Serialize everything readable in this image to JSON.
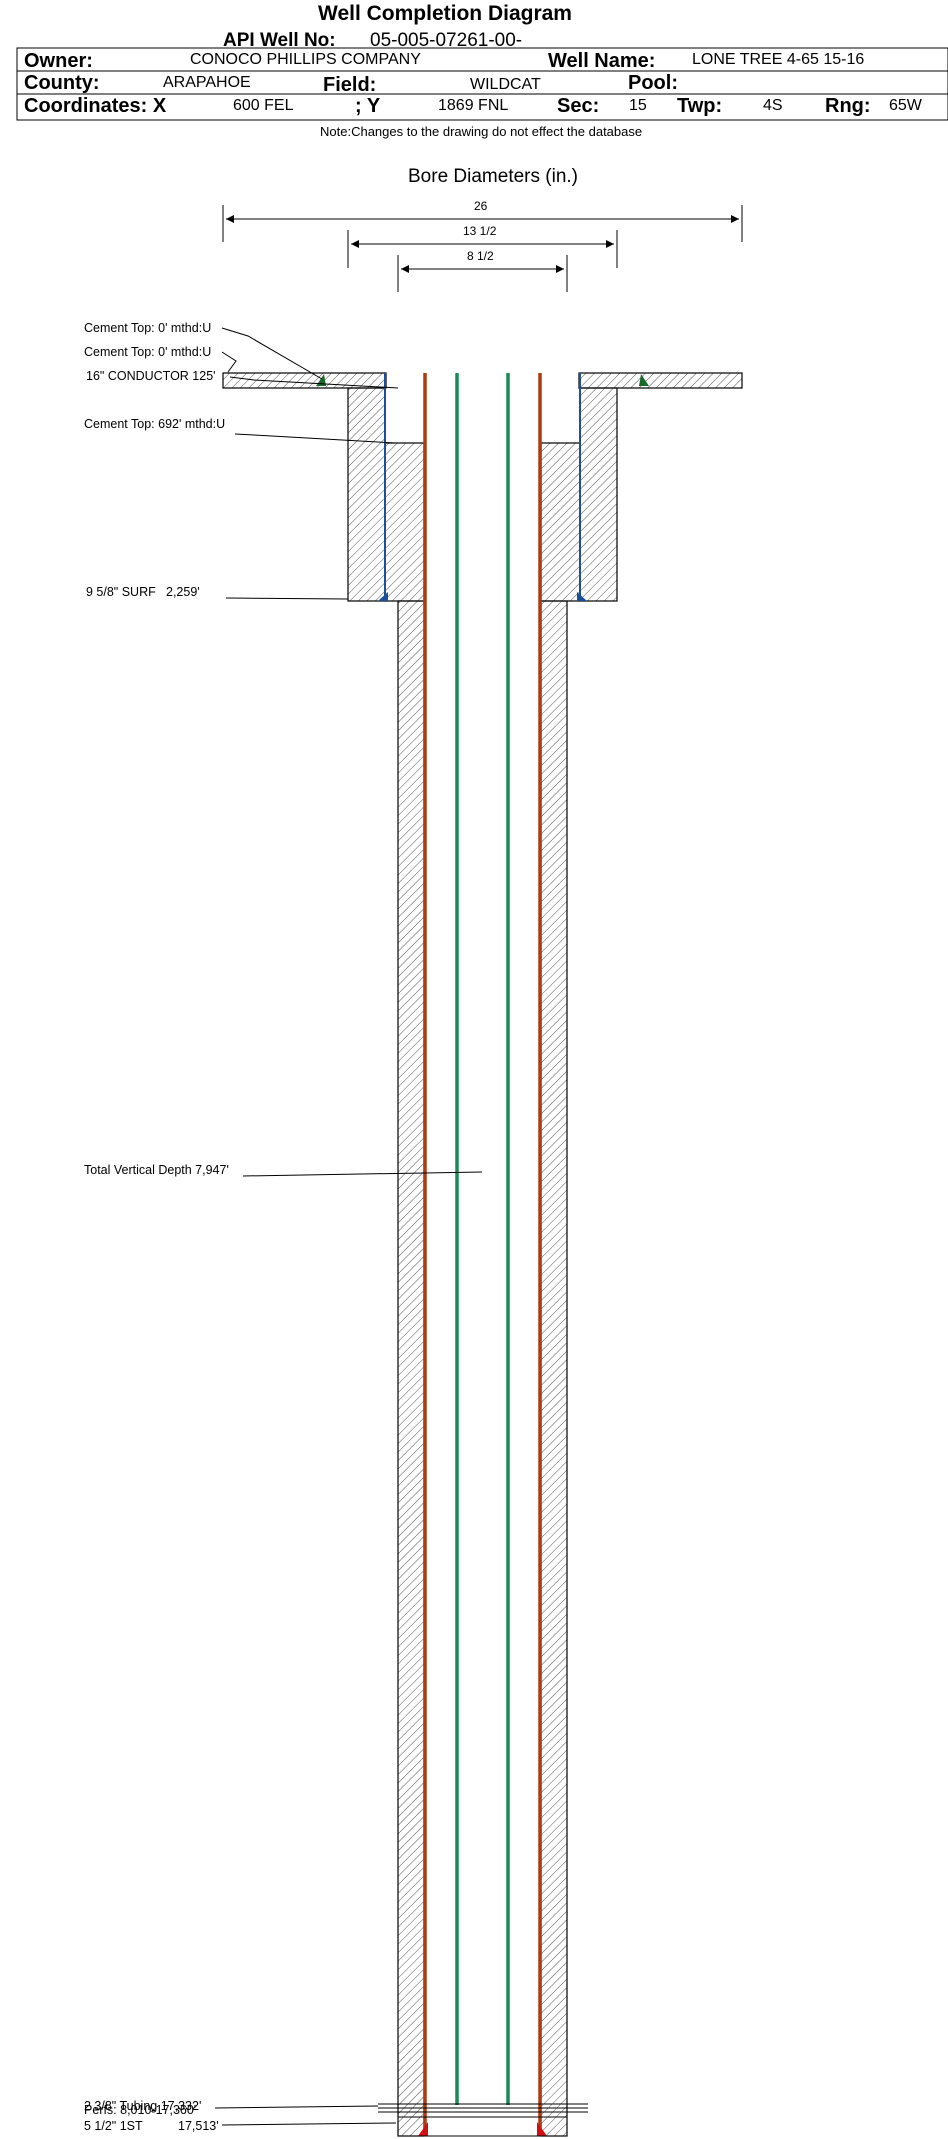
{
  "title": "Well Completion Diagram",
  "header": {
    "api_label": "API Well No:",
    "api_value": "05-005-07261-00-",
    "owner_label": "Owner:",
    "owner_value": "CONOCO PHILLIPS COMPANY",
    "well_name_label": "Well Name:",
    "well_name_value": "LONE TREE 4-65 15-16",
    "county_label": "County:",
    "county_value": "ARAPAHOE",
    "field_label": "Field:",
    "field_value": "WILDCAT",
    "pool_label": "Pool:",
    "pool_value": "",
    "coord_label": "Coordinates: X",
    "x_value": "600 FEL",
    "y_label": "; Y",
    "y_value": "1869 FNL",
    "sec_label": "Sec:",
    "sec_value": "15",
    "twp_label": "Twp:",
    "twp_value": "4S",
    "rng_label": "Rng:",
    "rng_value": "65W"
  },
  "note": "Note:Changes to the drawing do not effect the database",
  "bore": {
    "title": "Bore Diameters (in.)",
    "diameters": [
      "26",
      "13 1/2",
      "8 1/2"
    ]
  },
  "labels": {
    "cement_top_1": "Cement Top: 0' mthd:U",
    "cement_top_2": "Cement Top: 0' mthd:U",
    "conductor": "16\" CONDUCTOR  125'",
    "cement_top_3": "Cement Top: 692' mthd:U",
    "surf_casing": "9 5/8\" SURF",
    "surf_depth": "2,259'",
    "tvd": "Total Vertical Depth 7,947'",
    "tubing": "2 3/8\" Tubing 17,332'",
    "perfs": "Perfs: 8,010-17,360'",
    "prod_casing": "5 1/2\" 1ST",
    "prod_depth": "17,513'"
  },
  "colors": {
    "tubing": "#1a8a5a",
    "casing_prod": "#b03a10",
    "casing_surf": "#1c4f9a",
    "cement_hatch": "#555555"
  }
}
